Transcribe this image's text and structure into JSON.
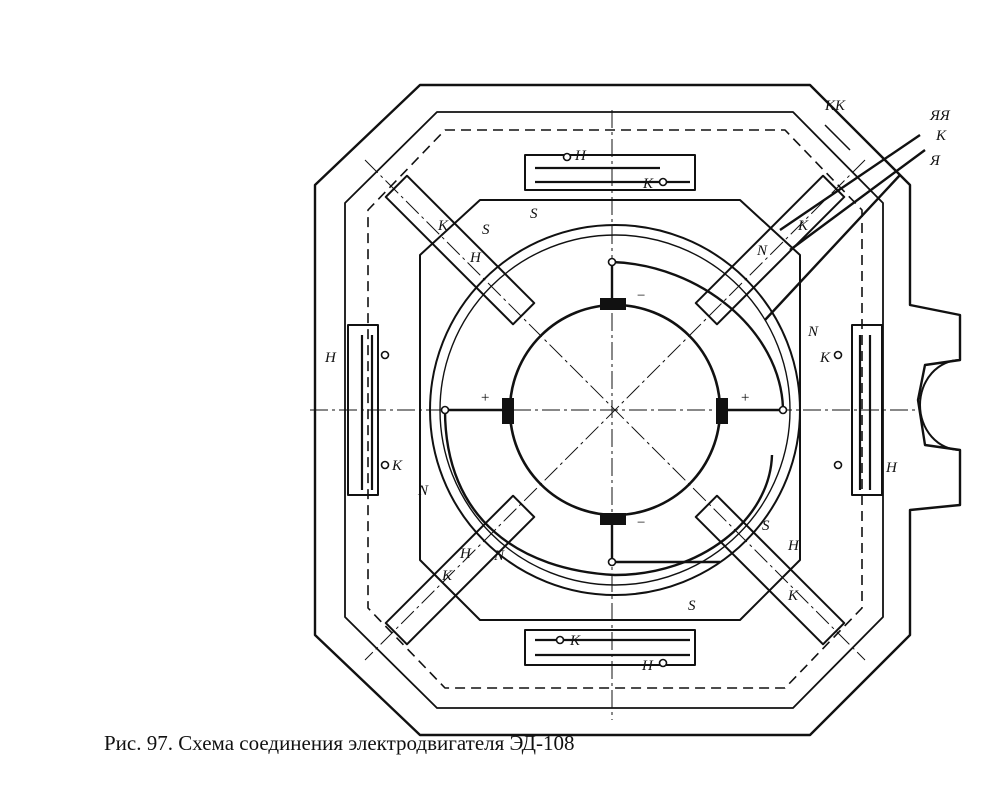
{
  "caption": "Рис. 97. Схема соединения электродвигателя ЭД-108",
  "terminals": {
    "kk": "КК",
    "yaya": "ЯЯ",
    "k": "К",
    "ya": "Я"
  },
  "labels": {
    "h": "Н",
    "k": "К",
    "s": "S",
    "n": "N",
    "plus": "+",
    "minus": "−"
  }
}
